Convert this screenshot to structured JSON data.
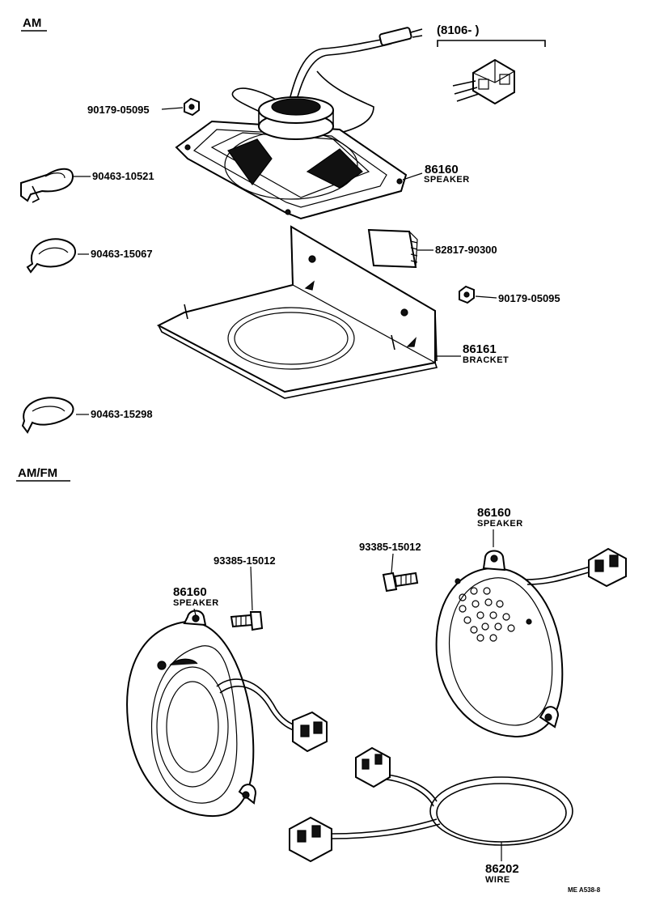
{
  "sections": {
    "am": "AM",
    "amfm": "AM/FM"
  },
  "am": {
    "connector_note": "(8106-       )",
    "nut_top": "90179-05095",
    "clamp_1": "90463-10521",
    "clamp_2": "90463-15067",
    "cushion": "82817-90300",
    "nut_right": "90179-05095",
    "clamp_3": "90463-15298",
    "speaker": {
      "number": "86160",
      "name": "SPEAKER"
    },
    "bracket": {
      "number": "86161",
      "name": "BRACKET"
    }
  },
  "amfm": {
    "screw_left": "93385-15012",
    "screw_right": "93385-15012",
    "speaker_left": {
      "number": "86160",
      "name": "SPEAKER"
    },
    "speaker_right": {
      "number": "86160",
      "name": "SPEAKER"
    },
    "wire": {
      "number": "86202",
      "name": "WIRE"
    }
  },
  "footer_code": "ME  A538-8"
}
